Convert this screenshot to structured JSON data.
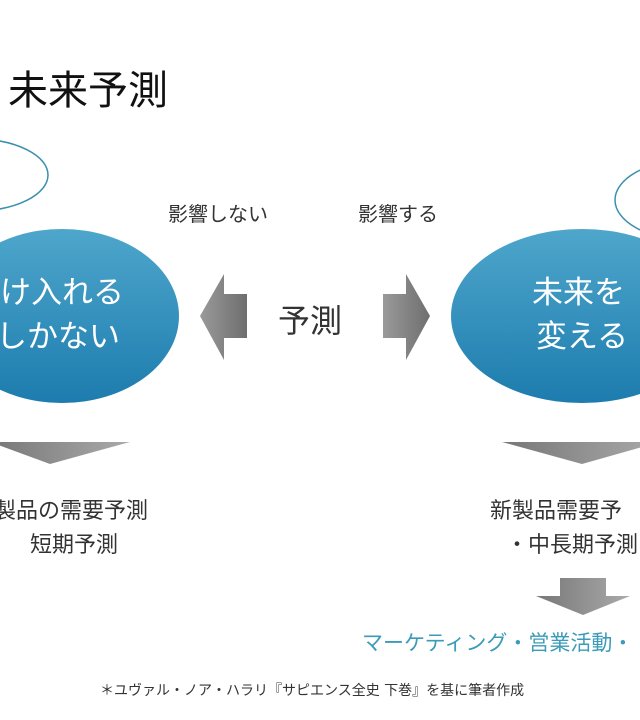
{
  "title": "未来予測",
  "left_bubble": {
    "line1": "け入れる",
    "line2": "しかない"
  },
  "right_bubble": {
    "line1": "未来を",
    "line2": "変える"
  },
  "label_left": "影響しない",
  "label_right": "影響する",
  "center_label": "予測",
  "left_result": {
    "line1": "製品の需要予測",
    "line2": "短期予測"
  },
  "right_result": {
    "line1": "新製品需要予",
    "line2": "・中長期予測"
  },
  "right_outcome": "マーケティング・営業活動・",
  "footnote": "＊ユヴァル・ノア・ハラリ『サピエンス全史 下巻』を基に筆者作成",
  "colors": {
    "bubble_top": "#4aa3c9",
    "bubble_bottom": "#1f7fb0",
    "arrow": "#8a8a8a",
    "accent_text": "#3b9bb8"
  }
}
